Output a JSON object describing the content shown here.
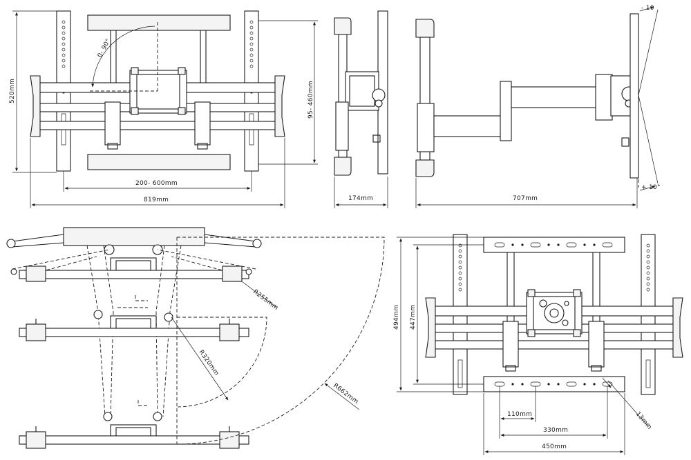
{
  "drawing": {
    "dimensions": {
      "front_height": "520mm",
      "front_arm_angle": "0- 90°",
      "front_vesa_height": "95- 460mm",
      "front_spacing": "200- 600mm",
      "front_width": "819mm",
      "side_depth_min": "174mm",
      "side_depth_max": "707mm",
      "tilt_up": "- 10",
      "tilt_down": "+ 10°",
      "radius_inner": "R255mm",
      "radius_mid": "R320mm",
      "radius_outer": "R662mm",
      "rear_height_outer": "494mm",
      "rear_height_inner": "447mm",
      "rear_slot_spacing": "110mm",
      "rear_inner_width": "330mm",
      "rear_outer_width": "450mm",
      "rear_slot_width": "13mm"
    }
  }
}
